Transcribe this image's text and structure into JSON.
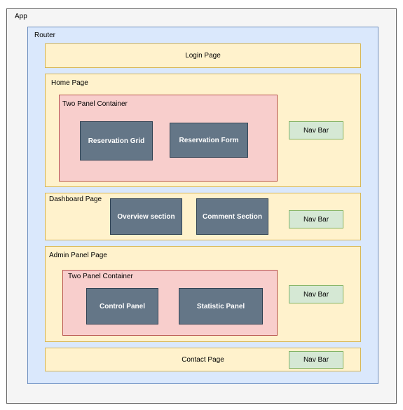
{
  "app": {
    "label": "App"
  },
  "router": {
    "label": "Router"
  },
  "login_page": {
    "label": "Login Page"
  },
  "home_page": {
    "label": "Home Page",
    "two_panel": {
      "label": "Two Panel Container"
    },
    "reservation_grid": "Reservation Grid",
    "reservation_form": "Reservation Form",
    "nav_bar": "Nav Bar"
  },
  "dashboard_page": {
    "label": "Dashboard Page",
    "overview_section": "Overview section",
    "comment_section": "Comment Section",
    "nav_bar": "Nav Bar"
  },
  "admin_panel_page": {
    "label": "Admin Panel Page",
    "two_panel": {
      "label": "Two Panel Container"
    },
    "control_panel": "Control Panel",
    "statistic_panel": "Statistic Panel",
    "nav_bar": "Nav Bar"
  },
  "contact_page": {
    "label": "Contact Page",
    "nav_bar": "Nav Bar"
  },
  "colors": {
    "app_fill": "#f5f5f5",
    "router_fill": "#dae8fc",
    "page_fill": "#fff2cc",
    "container_fill": "#f8cecc",
    "component_fill": "#647687",
    "nav_fill": "#d5e8d4"
  }
}
